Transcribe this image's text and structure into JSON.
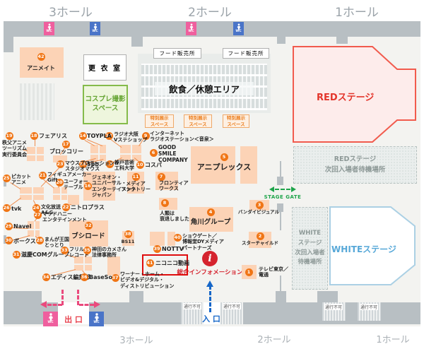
{
  "halls_top": [
    "3ホール",
    "2ホール",
    "1ホール"
  ],
  "halls_bottom": [
    "3ホール",
    "2ホール",
    "1ホール"
  ],
  "areas": {
    "changing_room": "更 衣 室",
    "cosplay": "コスプレ撮影\nスペース",
    "food_stall": "フード販売所",
    "dining": "飲食／休憩エリア",
    "special_exhibit": "特別展示\nスペース",
    "red_stage": "REDステージ",
    "red_wait": "REDステージ\n次回入場者待機場所",
    "white_stage": "WHITEステージ",
    "white_wait": "WHITE\nステージ\n次回入場者\n待機場所",
    "stage_gate": "STAGE GATE",
    "info_label": "総合インフォメーション",
    "info_i": "i",
    "entrance": "入 口",
    "exit": "出 口",
    "no_pass": "通行不可",
    "wc": "WC"
  },
  "booths": [
    {
      "num": 1,
      "label": "テレビ東京／\n電通"
    },
    {
      "num": 2,
      "label": "スターチャイルド"
    },
    {
      "num": 3,
      "label": "バンダイビジュアル"
    },
    {
      "num": 4,
      "label": "角川グループ"
    },
    {
      "num": 5,
      "label": "アニプレックス"
    },
    {
      "num": 6,
      "label": "GOOD\nSMILE\nCOMPANY"
    },
    {
      "num": 7,
      "label": "フロンティア\nワークス"
    },
    {
      "num": 8,
      "label": "人類は\n衰退しました"
    },
    {
      "num": 9,
      "label": "インターネット\nラジオステーション＜音泉＞"
    },
    {
      "num": 10,
      "label": "コスパ"
    },
    {
      "num": 11,
      "label": "メディア\nファクトリー"
    },
    {
      "num": 12,
      "label": "ラジオ大阪\nVステショップ"
    },
    {
      "num": 13,
      "label": "神戸芸術\n工科大学"
    },
    {
      "num": 14,
      "label": "TOYPLA"
    },
    {
      "num": 15,
      "label": "5pb."
    },
    {
      "num": 16,
      "label": "ジェネオン・\nユニバーサル・\nエンターテイメント\nジャパン"
    },
    {
      "num": 17,
      "label": "ブロッコリー"
    },
    {
      "num": 18,
      "label": "フェアリス"
    },
    {
      "num": 19,
      "label": "秩父アニメ\nツーリズム\n実行委員会"
    },
    {
      "num": 20,
      "label": "ユーフォー\nテーブル"
    },
    {
      "num": 21,
      "label": "フィギュアメーカー\nGift"
    },
    {
      "num": 22,
      "label": "ニトロプラス"
    },
    {
      "num": 23,
      "label": "マウスプロモーション&\nスタジオマウス"
    },
    {
      "num": 24,
      "label": "文化放送\nA&G"
    },
    {
      "num": 25,
      "label": "ピカット\nアニメ"
    },
    {
      "num": 26,
      "label": "tvk"
    },
    {
      "num": 27,
      "label": "マッドハニー\nエンタテインメント"
    },
    {
      "num": 28,
      "label": "まんが王国\nとっとり"
    },
    {
      "num": 29,
      "label": "Navel"
    },
    {
      "num": 30,
      "label": "ボークス"
    },
    {
      "num": 31,
      "label": "滋慶COMグループ"
    },
    {
      "num": 32,
      "label": "ブシロード"
    },
    {
      "num": 33,
      "label": "フリルラ\nレコード"
    },
    {
      "num": 34,
      "label": "エディス編集部"
    },
    {
      "num": 35,
      "label": "神田のカメさん\n法律事務所"
    },
    {
      "num": 36,
      "label": "BaseSon"
    },
    {
      "num": 37,
      "label": "ワーナー・ホーム・\nビデオ&デジタル・\nディストリビューション"
    },
    {
      "num": 38,
      "label": "BS11"
    },
    {
      "num": 39,
      "label": "NOTTV"
    },
    {
      "num": 40,
      "label": "ショウゲート／\n博報堂DYメディア\nパートナーズ"
    },
    {
      "num": 41,
      "label": "ニコニコ動画"
    },
    {
      "num": 42,
      "label": "アニメイト"
    }
  ],
  "colors": {
    "booth_fill": "#fcd3b6",
    "badge_orange": "#f07515",
    "wall_gray": "#b8bfc3",
    "red_stage": "#e3352b",
    "white_stage": "#57a8d8",
    "stage_gate_green": "#1ea44a",
    "entrance_blue": "#1566c8",
    "exit_pink": "#ea4a7d",
    "cosplay_green": "#67a635",
    "wc_pink": "#ef5f9e",
    "wc_blue": "#4a74c8",
    "highlight_red": "#df0d0d",
    "info_red": "#d5232e"
  }
}
